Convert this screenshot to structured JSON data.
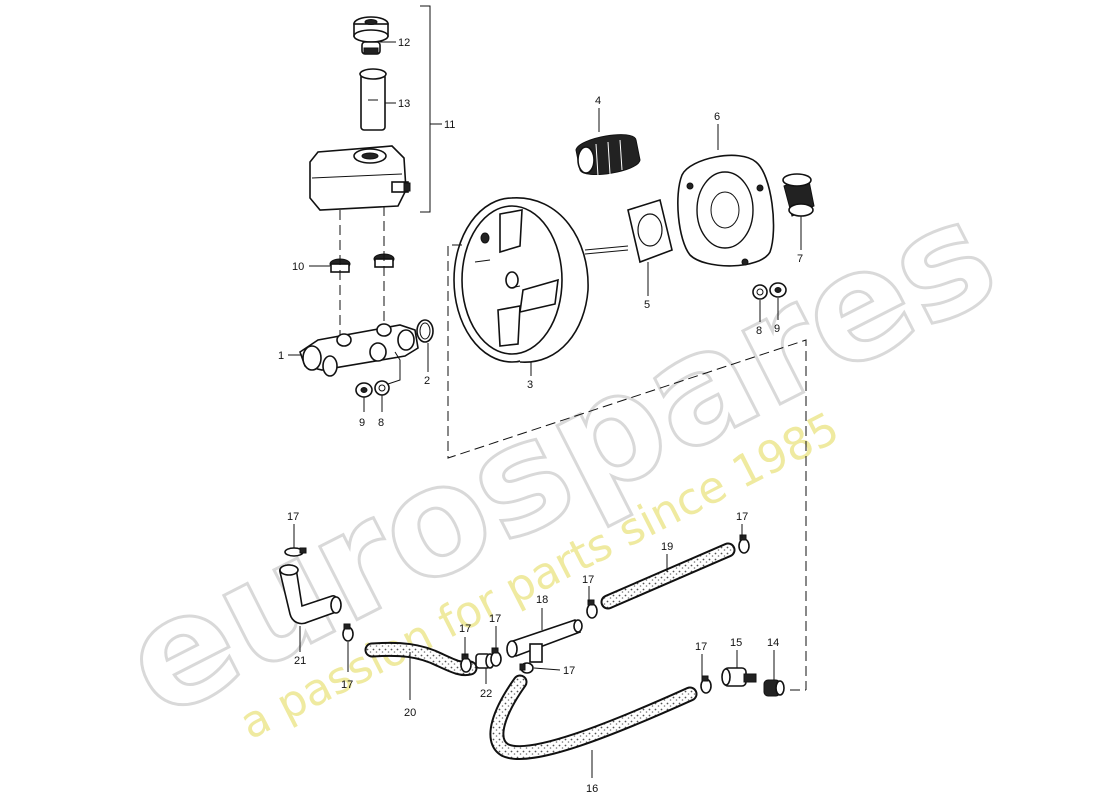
{
  "watermark": {
    "brand": "eurospares",
    "tagline": "a passion for parts since 1985",
    "brand_color": "#d9d9d9",
    "tagline_color": "#efeaa0"
  },
  "callouts": [
    {
      "id": "c12",
      "text": "12"
    },
    {
      "id": "c13",
      "text": "13"
    },
    {
      "id": "c11",
      "text": "11"
    },
    {
      "id": "c10",
      "text": "10"
    },
    {
      "id": "c1",
      "text": "1"
    },
    {
      "id": "c2",
      "text": "2"
    },
    {
      "id": "c9a",
      "text": "9"
    },
    {
      "id": "c8a",
      "text": "8"
    },
    {
      "id": "c3",
      "text": "3"
    },
    {
      "id": "c4",
      "text": "4"
    },
    {
      "id": "c5",
      "text": "5"
    },
    {
      "id": "c6",
      "text": "6"
    },
    {
      "id": "c7",
      "text": "7"
    },
    {
      "id": "c8b",
      "text": "8"
    },
    {
      "id": "c9b",
      "text": "9"
    },
    {
      "id": "c17a",
      "text": "17"
    },
    {
      "id": "c21",
      "text": "21"
    },
    {
      "id": "c17b",
      "text": "17"
    },
    {
      "id": "c20",
      "text": "20"
    },
    {
      "id": "c17c",
      "text": "17"
    },
    {
      "id": "c22",
      "text": "22"
    },
    {
      "id": "c17d",
      "text": "17"
    },
    {
      "id": "c18",
      "text": "18"
    },
    {
      "id": "c17e",
      "text": "17"
    },
    {
      "id": "c17f",
      "text": "17"
    },
    {
      "id": "c19",
      "text": "19"
    },
    {
      "id": "c17g",
      "text": "17"
    },
    {
      "id": "c17h",
      "text": "17"
    },
    {
      "id": "c15",
      "text": "15"
    },
    {
      "id": "c14",
      "text": "14"
    },
    {
      "id": "c16",
      "text": "16"
    }
  ]
}
